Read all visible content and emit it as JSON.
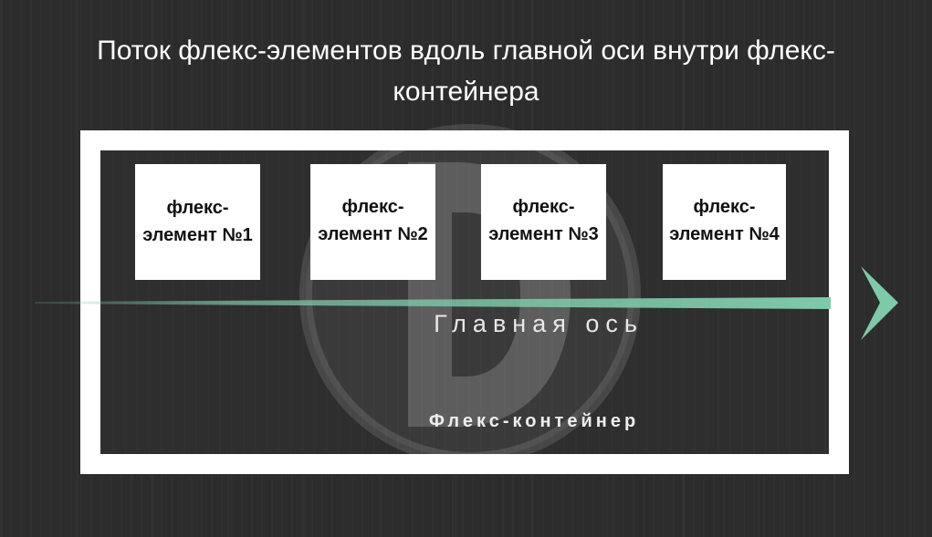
{
  "title": "Поток флекс-элементов вдоль главной оси внутри флекс-контейнера",
  "items": [
    {
      "label": "флекс-\nэлемент №1"
    },
    {
      "label": "флекс-\nэлемент №2"
    },
    {
      "label": "флекс-\nэлемент №3"
    },
    {
      "label": "флекс-\nэлемент №4"
    }
  ],
  "axis": {
    "label": "Главная ось",
    "color": "#7fc9a8"
  },
  "container": {
    "label": "Флекс-контейнер"
  },
  "watermark": {
    "icon": "letter-d-logo-icon"
  }
}
